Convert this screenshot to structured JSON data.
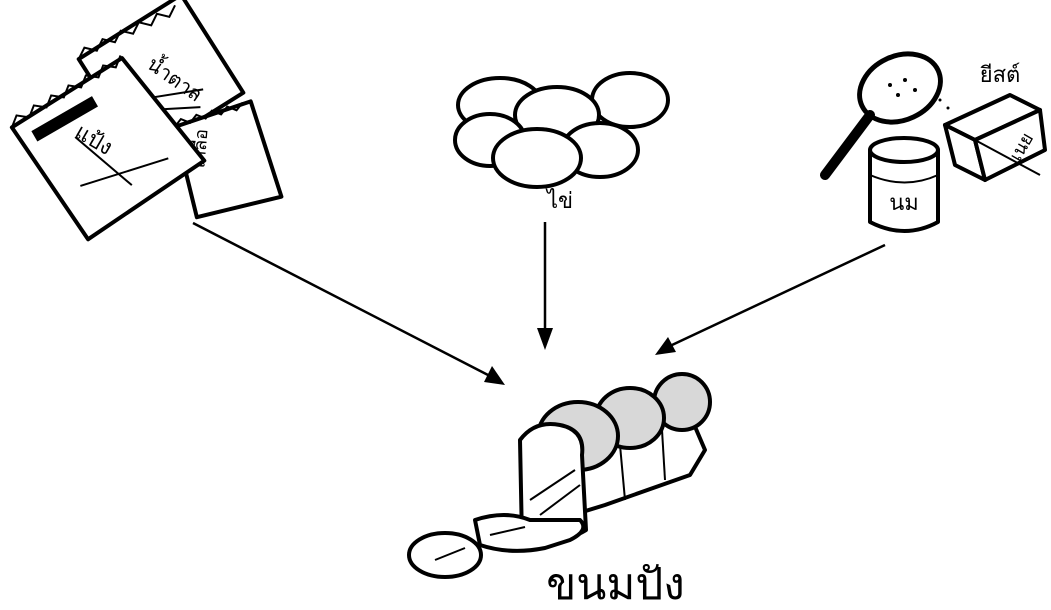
{
  "ingredients": {
    "flour_bag_label": "แป้ง",
    "sugar_bag_label": "น้ำตาล",
    "salt_bag_label": "เกลือ",
    "eggs_label": "ไข่",
    "yeast_label": "ยีสต์",
    "milk_can_label": "นม",
    "butter_label": "เนย"
  },
  "result": {
    "label": "ขนมปัง"
  },
  "colors": {
    "ink": "#000000",
    "background": "#ffffff",
    "bread_crust": "#d8d8d8"
  }
}
